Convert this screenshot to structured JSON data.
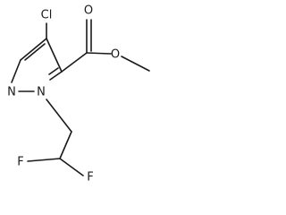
{
  "molecule": {
    "atoms": {
      "cl": "Cl",
      "o_carbonyl": "O",
      "o_ester": "O",
      "n2": "N",
      "n1": "N",
      "f_left": "F",
      "f_right": "F"
    }
  }
}
